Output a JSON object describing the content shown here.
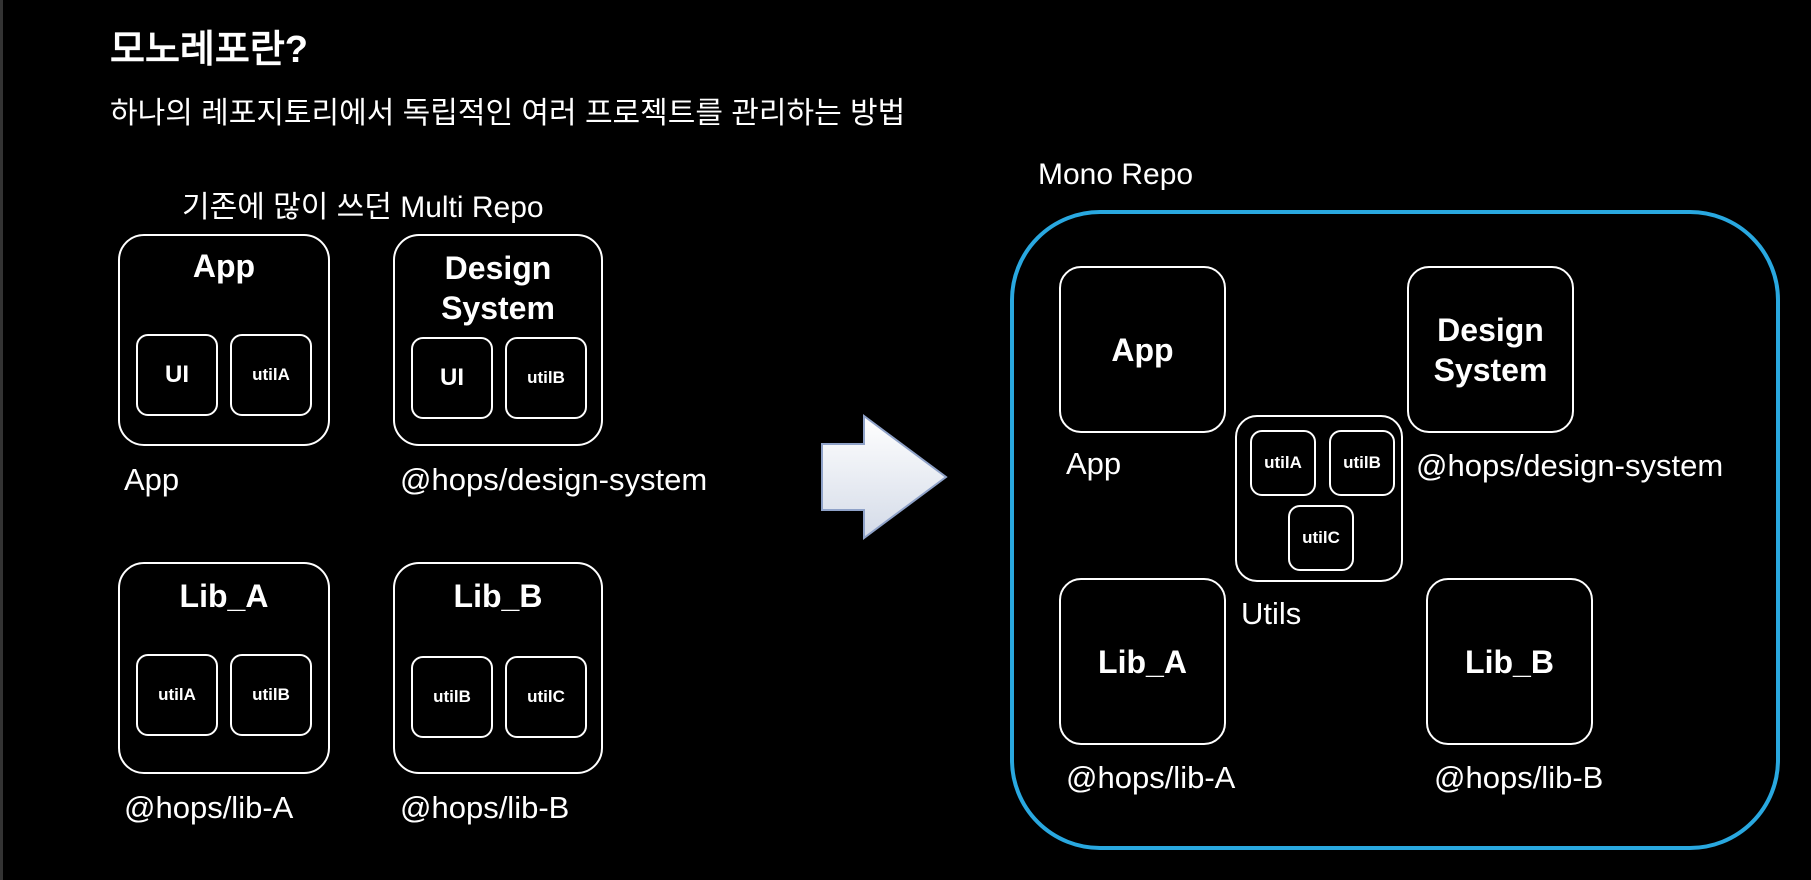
{
  "title": "모노레포란?",
  "subtitle": "하나의 레포지토리에서 독립적인 여러 프로젝트를 관리하는 방법",
  "multi_repo": {
    "heading": "기존에 많이 쓰던 Multi Repo",
    "repos": [
      {
        "name": "App",
        "chips": [
          "UI",
          "utilA"
        ],
        "package": "App"
      },
      {
        "name": "Design System",
        "chips": [
          "UI",
          "utilB"
        ],
        "package": "@hops/design-system"
      },
      {
        "name": "Lib_A",
        "chips": [
          "utilA",
          "utilB"
        ],
        "package": "@hops/lib-A"
      },
      {
        "name": "Lib_B",
        "chips": [
          "utilB",
          "utilC"
        ],
        "package": "@hops/lib-B"
      }
    ]
  },
  "arrow": {
    "icon": "right-arrow-icon"
  },
  "mono_repo": {
    "heading": "Mono Repo",
    "frame_color": "#29a8e0",
    "projects": [
      {
        "name": "App",
        "package": "App"
      },
      {
        "name": "Design System",
        "package": "@hops/design-system"
      },
      {
        "name": "Lib_A",
        "package": "@hops/lib-A"
      },
      {
        "name": "Lib_B",
        "package": "@hops/lib-B"
      }
    ],
    "utils": {
      "label": "Utils",
      "chips": [
        "utilA",
        "utilB",
        "utilC"
      ]
    }
  }
}
